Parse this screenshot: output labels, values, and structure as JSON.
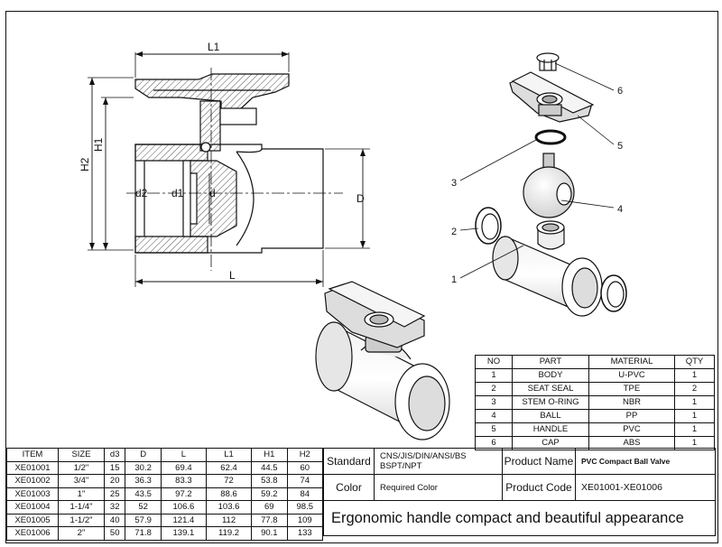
{
  "dimension_labels": {
    "L1": "L1",
    "H2": "H2",
    "H1": "H1",
    "d2": "d2",
    "d1": "d1",
    "d": "d",
    "D": "D",
    "L": "L"
  },
  "callouts": [
    "1",
    "2",
    "3",
    "4",
    "5",
    "6"
  ],
  "parts_table": {
    "headers": [
      "NO",
      "PART",
      "MATERIAL",
      "QTY"
    ],
    "rows": [
      [
        "1",
        "BODY",
        "U-PVC",
        "1"
      ],
      [
        "2",
        "SEAT SEAL",
        "TPE",
        "2"
      ],
      [
        "3",
        "STEM O-RING",
        "NBR",
        "1"
      ],
      [
        "4",
        "BALL",
        "PP",
        "1"
      ],
      [
        "5",
        "HANDLE",
        "PVC",
        "1"
      ],
      [
        "6",
        "CAP",
        "ABS",
        "1"
      ]
    ]
  },
  "dimension_table": {
    "headers": [
      "ITEM",
      "SIZE",
      "d3",
      "D",
      "L",
      "L1",
      "H1",
      "H2"
    ],
    "rows": [
      [
        "XE01001",
        "1/2\"",
        "15",
        "30.2",
        "69.4",
        "62.4",
        "44.5",
        "60"
      ],
      [
        "XE01002",
        "3/4\"",
        "20",
        "36.3",
        "83.3",
        "72",
        "53.8",
        "74"
      ],
      [
        "XE01003",
        "1\"",
        "25",
        "43.5",
        "97.2",
        "88.6",
        "59.2",
        "84"
      ],
      [
        "XE01004",
        "1-1/4\"",
        "32",
        "52",
        "106.6",
        "103.6",
        "69",
        "98.5"
      ],
      [
        "XE01005",
        "1-1/2\"",
        "40",
        "57.9",
        "121.4",
        "112",
        "77.8",
        "109"
      ],
      [
        "XE01006",
        "2\"",
        "50",
        "71.8",
        "139.1",
        "119.2",
        "90.1",
        "133"
      ]
    ]
  },
  "info": {
    "standard_label": "Standard",
    "standard_value_line1": "CNS/JIS/DIN/ANSI/BS",
    "standard_value_line2": "BSPT/NPT",
    "product_name_label": "Product Name",
    "product_name_value": "PVC Compact Ball Valve",
    "color_label": "Color",
    "color_value": "Required Color",
    "product_code_label": "Product Code",
    "product_code_value": "XE01001-XE01006",
    "slogan": "Ergonomic handle compact and beautiful appearance"
  }
}
